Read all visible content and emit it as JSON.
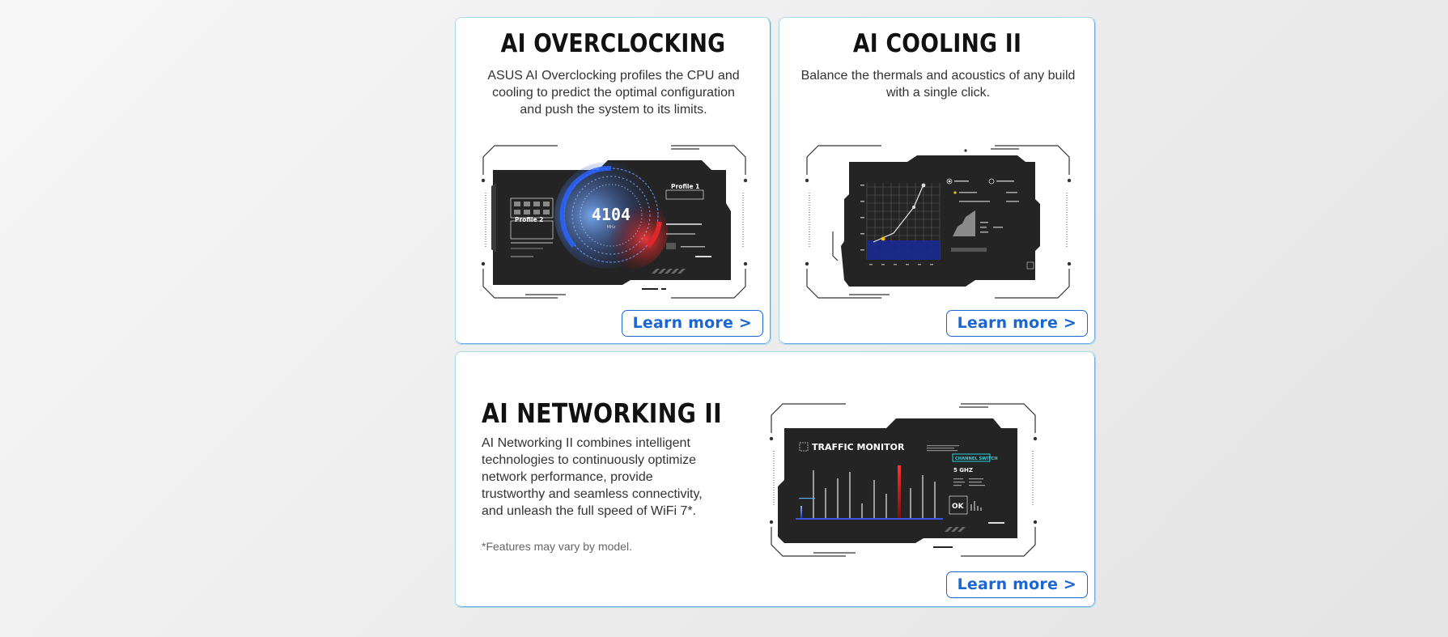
{
  "cards": {
    "overclocking": {
      "title": "AI OVERCLOCKING",
      "description": "ASUS AI Overclocking profiles the CPU and cooling to predict the optimal configuration and push the system to its limits.",
      "button": "Learn more >",
      "screen": {
        "gauge_value": "4104",
        "gauge_unit": "MHz",
        "profile_1": "Profile 1",
        "profile_2": "Profile 2"
      }
    },
    "cooling": {
      "title": "AI COOLING II",
      "description": "Balance the thermals and acoustics of any build with a single click.",
      "button": "Learn more >"
    },
    "networking": {
      "title": "AI NETWORKING II",
      "description": "AI Networking II combines intelligent technologies to continuously optimize network performance, provide trustworthy and seamless connectivity, and unleash the full speed of WiFi 7*.",
      "note": "*Features may vary by model.",
      "button": "Learn more >",
      "screen": {
        "heading": "TRAFFIC MONITOR",
        "channel_switch": "CHANNEL SWITCH",
        "band": "5 GHZ",
        "ok": "OK"
      }
    }
  },
  "colors": {
    "accent_blue": "#1a67d2",
    "card_border": "#a7dbe9",
    "screen_dark": "#242424",
    "gauge_red": "#e0262b",
    "gauge_blue": "#2a63ff"
  }
}
